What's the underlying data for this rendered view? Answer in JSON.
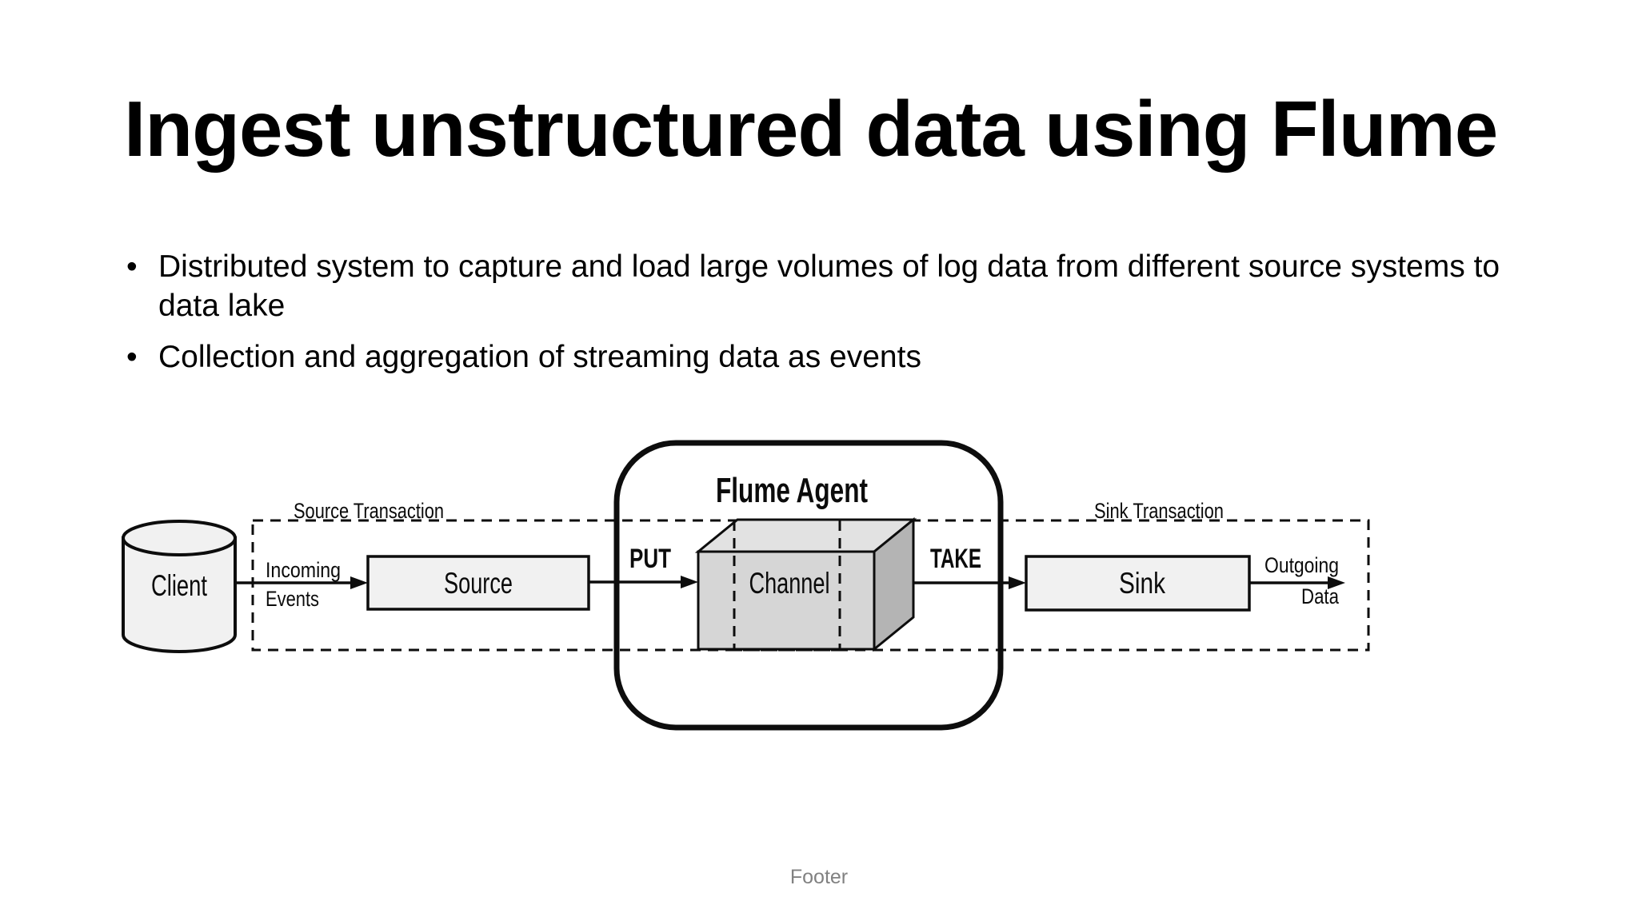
{
  "slide": {
    "title": "Ingest unstructured data using Flume",
    "bullet_char": "•",
    "bullets": [
      "Distributed system to capture and load large volumes of log data from different source systems to data lake",
      "Collection and aggregation of streaming data as events"
    ],
    "footer": "Footer"
  },
  "diagram": {
    "client_label": "Client",
    "source_label": "Source",
    "channel_label": "Channel",
    "sink_label": "Sink",
    "agent_label": "Flume Agent",
    "put_label": "PUT",
    "take_label": "TAKE",
    "source_transaction_label": "Source Transaction",
    "sink_transaction_label": "Sink Transaction",
    "incoming_line1": "Incoming",
    "incoming_line2": "Events",
    "outgoing_line1": "Outgoing",
    "outgoing_line2": "Data",
    "colors": {
      "line": "#0d0d0d",
      "node_fill": "#f1f1f1",
      "cube_front": "#d6d6d6",
      "cube_top": "#e2e2e2",
      "cube_right": "#b4b4b4",
      "footer_text": "#818181"
    }
  }
}
